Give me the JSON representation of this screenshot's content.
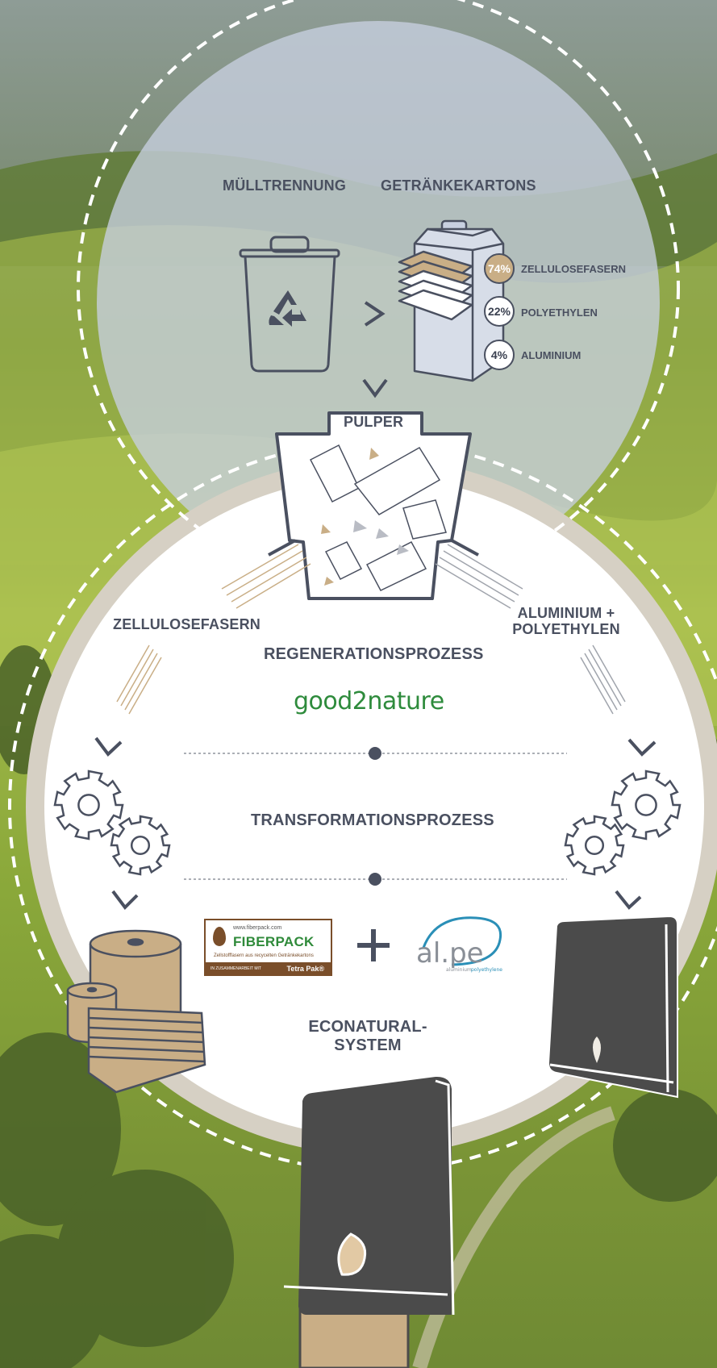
{
  "steps": {
    "waste_separation": "MÜLLTRENNUNG",
    "beverage_cartons": "GETRÄNKEKARTONS",
    "pulper": "PULPER",
    "cellulose_fibers": "ZELLULOSEFASERN",
    "aluminium_polyethylene_line1": "ALUMINIUM +",
    "aluminium_polyethylene_line2": "POLYETHYLEN",
    "regeneration": "REGENERATIONSPROZESS",
    "transformation": "TRANSFORMATIONSPROZESS",
    "econatural_line1": "ECONATURAL-",
    "econatural_line2": "SYSTEM"
  },
  "composition": [
    {
      "percent": "74%",
      "label": "ZELLULOSEFASERN",
      "highlight": true
    },
    {
      "percent": "22%",
      "label": "POLYETHYLEN",
      "highlight": false
    },
    {
      "percent": "4%",
      "label": "ALUMINIUM",
      "highlight": false
    }
  ],
  "logos": {
    "good2nature": "good2nature",
    "fiberpack_url": "www.fiberpack.com",
    "fiberpack_name": "FIBERPACK",
    "fiberpack_tagline": "Zellstofffasern aus recycelten Getränkekartons",
    "fiberpack_coop": "IN ZUSAMMENARBEIT MIT",
    "tetrapak": "Tetra Pak®",
    "alpe": "al.pe",
    "alpe_sub_aluminium": "aluminium",
    "alpe_sub_polyethylene": "polyethylene"
  },
  "plus_sign": "+",
  "colors": {
    "dark": "#4a5060",
    "tan": "#c9ae86",
    "dispenser": "#4b4b4b",
    "beige_ring": "#d6d0c4",
    "green_brand": "#2e8b3c",
    "alpe_blue": "#2a8fb7"
  },
  "icons": [
    "recycle-bin-icon",
    "carton-layers-icon",
    "pulper-icon",
    "gear-icon",
    "paper-roll-icon",
    "towel-dispenser-icon"
  ]
}
